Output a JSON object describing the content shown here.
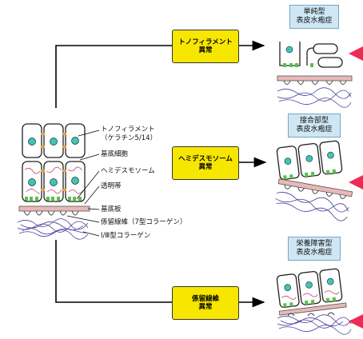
{
  "labels": {
    "tonofilament": "トノフィラメント",
    "keratin": "（ケラチン5/14）",
    "basal_cell": "基底細胞",
    "hemidesmosome": "ヘミデスモソーム",
    "lamina_lucida": "透明帯",
    "basal_lamina": "基底板",
    "anchoring_fibril": "係留線維（7型コラーゲン）",
    "collagen_1_3": "Ⅰ/Ⅲ型コラーゲン"
  },
  "abnormalities": [
    {
      "line1": "トノフィラメント",
      "line2": "異常"
    },
    {
      "line1": "ヘミデスモソーム",
      "line2": "異常"
    },
    {
      "line1": "係留線維",
      "line2": "異常"
    }
  ],
  "types": [
    {
      "line1": "単純型",
      "line2": "表皮水疱症"
    },
    {
      "line1": "接合部型",
      "line2": "表皮水疱症"
    },
    {
      "line1": "栄養障害型",
      "line2": "表皮水疱症"
    }
  ],
  "colors": {
    "callout_fill": "#f7e600",
    "type_box_fill": "#cfe7f5",
    "nucleus": "#3cc6b8",
    "hemidesmosome_green": "#59c24a",
    "basement_membrane": "#e9b8b8",
    "fibrils": "#4a3f9c",
    "cleavage_arrow": "#ee2b55"
  }
}
